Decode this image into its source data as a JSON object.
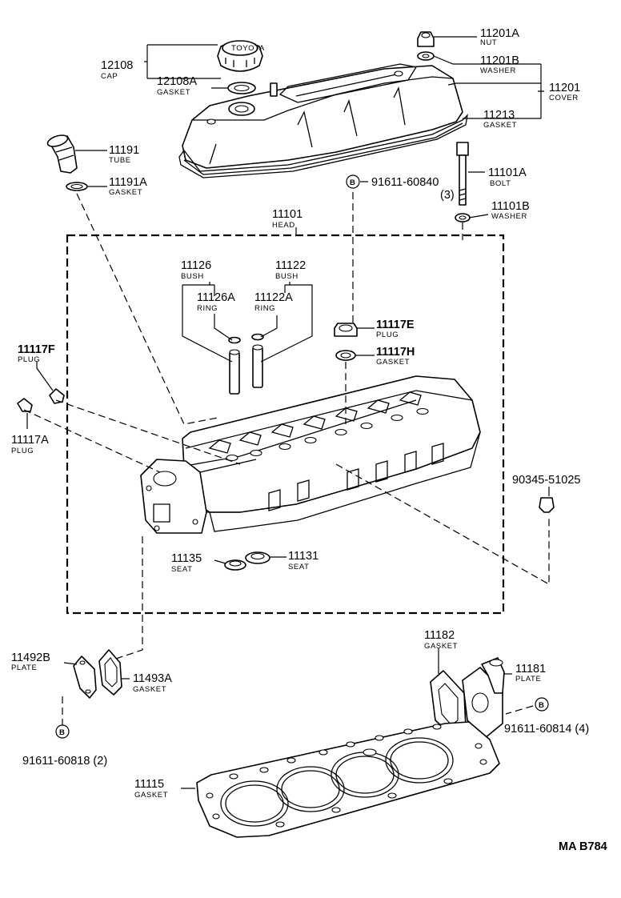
{
  "diagram_id": "MA B784",
  "parts": {
    "cap": {
      "number": "12108",
      "name": "CAP"
    },
    "cap_gasket": {
      "number": "12108A",
      "name": "GASKET"
    },
    "nut": {
      "number": "11201A",
      "name": "NUT"
    },
    "washer": {
      "number": "11201B",
      "name": "WASHER"
    },
    "cover": {
      "number": "11201",
      "name": "COVER"
    },
    "cover_gasket": {
      "number": "11213",
      "name": "GASKET"
    },
    "tube": {
      "number": "11191",
      "name": "TUBE"
    },
    "tube_gasket": {
      "number": "11191A",
      "name": "GASKET"
    },
    "bolt_ref": {
      "number": "91611-60840",
      "qty": "(3)"
    },
    "bolt": {
      "number": "11101A",
      "name": "BOLT"
    },
    "bolt_washer": {
      "number": "11101B",
      "name": "WASHER"
    },
    "head": {
      "number": "11101",
      "name": "HEAD"
    },
    "bush_a": {
      "number": "11126",
      "name": "BUSH"
    },
    "bush_b": {
      "number": "11122",
      "name": "BUSH"
    },
    "ring_a": {
      "number": "11126A",
      "name": "RING"
    },
    "ring_b": {
      "number": "11122A",
      "name": "RING"
    },
    "plug_e": {
      "number": "11117E",
      "name": "PLUG"
    },
    "plug_gasket_h": {
      "number": "11117H",
      "name": "GASKET"
    },
    "plug_f": {
      "number": "11117F",
      "name": "PLUG"
    },
    "plug_a": {
      "number": "11117A",
      "name": "PLUG"
    },
    "stud": {
      "number": "90345-51025"
    },
    "seat_a": {
      "number": "11135",
      "name": "SEAT"
    },
    "seat_b": {
      "number": "11131",
      "name": "SEAT"
    },
    "plate_b": {
      "number": "11492B",
      "name": "PLATE"
    },
    "plate_gasket": {
      "number": "11493A",
      "name": "GASKET"
    },
    "plate_bolt_ref": {
      "number": "91611-60818 (2)"
    },
    "water_gasket": {
      "number": "11182",
      "name": "GASKET"
    },
    "water_plate": {
      "number": "11181",
      "name": "PLATE"
    },
    "water_bolt_ref": {
      "number": "91611-60814 (4)"
    },
    "head_gasket": {
      "number": "11115",
      "name": "GASKET"
    }
  },
  "callout_symbol": "B",
  "cap_marking": "TOYOTA"
}
